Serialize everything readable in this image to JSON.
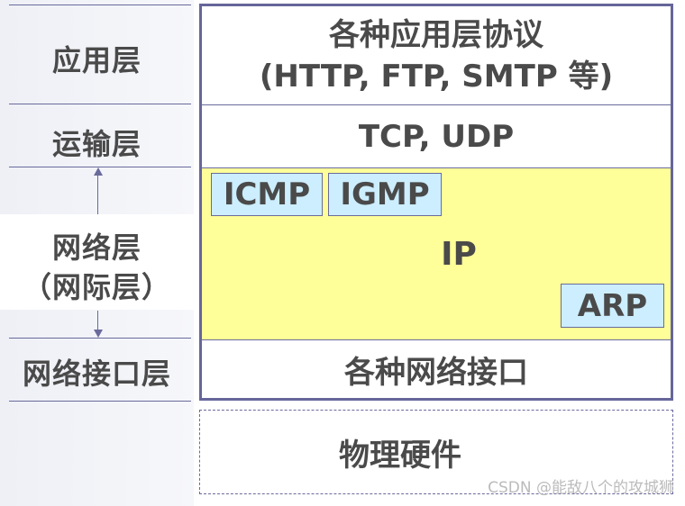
{
  "left_labels": {
    "application": "应用层",
    "transport": "运输层",
    "network_1": "网络层",
    "network_2": "（网际层）",
    "interface": "网络接口层"
  },
  "stack": {
    "application_1": "各种应用层协议",
    "application_2": "(HTTP, FTP, SMTP 等)",
    "transport": "TCP, UDP",
    "ip": "IP",
    "icmp": "ICMP",
    "igmp": "IGMP",
    "arp": "ARP",
    "interface": "各种网络接口"
  },
  "hardware": "物理硬件",
  "watermark": "CSDN @能敌八个的攻城狮",
  "colors": {
    "border": "#66669a",
    "network_fill": "#ffff99",
    "proto_fill": "#cceeff"
  }
}
